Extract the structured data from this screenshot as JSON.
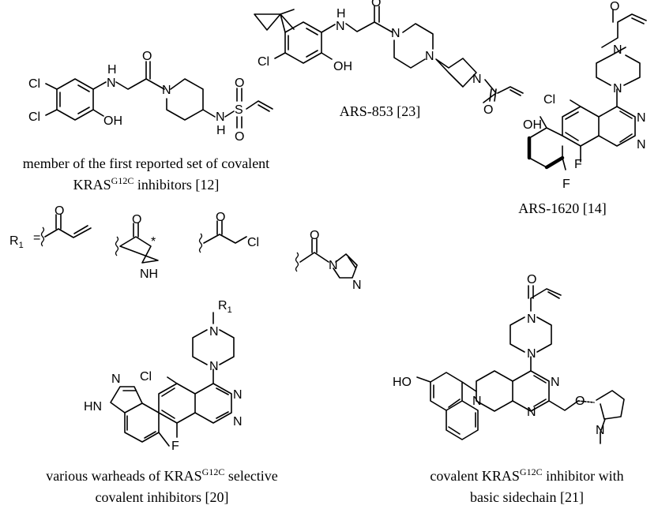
{
  "captions": {
    "c1_line1": "member of the first reported set of covalent",
    "c1_line2_pre": "KRAS",
    "c1_line2_sup": "G12C",
    "c1_line2_post": " inhibitors [12]",
    "c2": "ARS-853 [23]",
    "c3": "ARS-1620 [14]",
    "c4_line1_pre": "various warheads of KRAS",
    "c4_line1_sup": "G12C",
    "c4_line1_post": " selective",
    "c4_line2": "covalent inhibitors  [20]",
    "c5_line1_pre": "covalent KRAS",
    "c5_line1_sup": "G12C",
    "c5_line1_post": " inhibitor with",
    "c5_line2": "basic sidechain  [21]"
  },
  "atoms": {
    "cl": "Cl",
    "h": "H",
    "n": "N",
    "o": "O",
    "s": "S",
    "oh": "OH",
    "ho": "HO",
    "f": "F",
    "hn": "HN",
    "r": "R",
    "r_sub": "1",
    "star": "*",
    "nh": "NH",
    "equals": "="
  }
}
